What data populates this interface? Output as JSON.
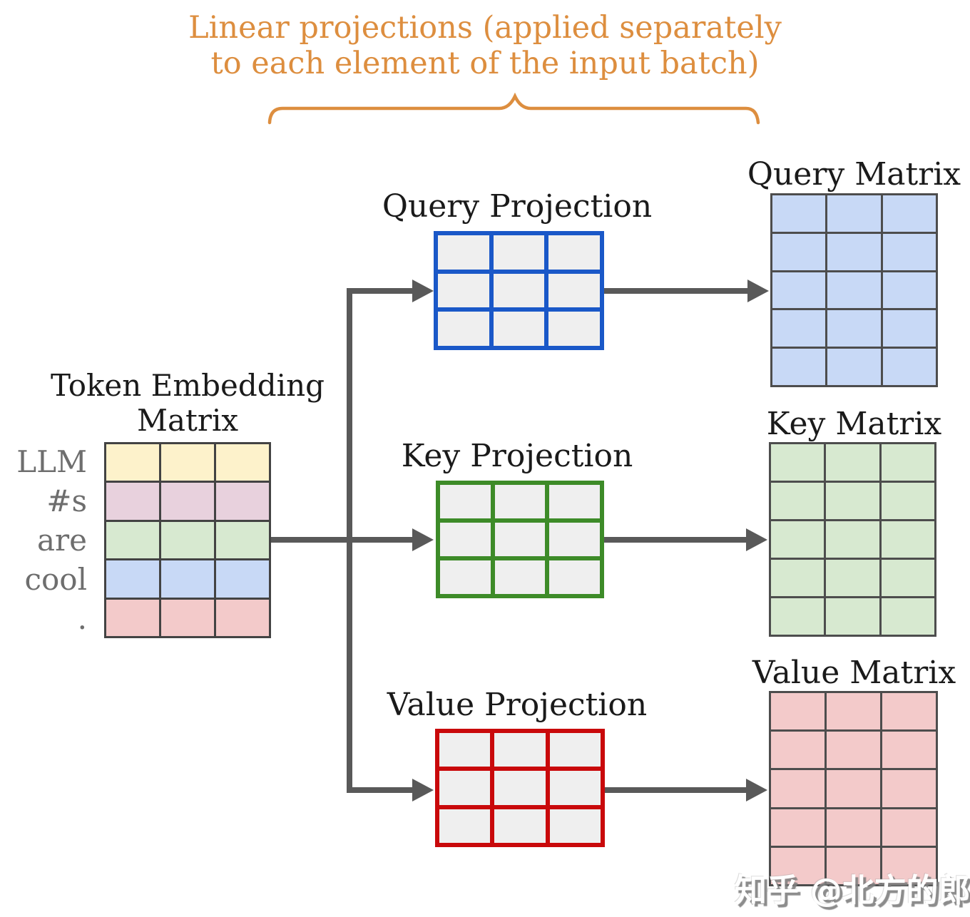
{
  "colors": {
    "arrow": "#595959",
    "grid_line": "#434343",
    "title_orange": "#dd8e3f",
    "label_gray": "#6e6e6e",
    "text_black": "#1a1a1a",
    "cell_gray": "#efefef",
    "query_border_blue": "#1a58c8",
    "key_border_green": "#3d8b28",
    "value_border_red": "#c9090b"
  },
  "header": {
    "line1": "Linear projections (applied separately",
    "line2": "to each element of the input batch)"
  },
  "token_embedding": {
    "title_line1": "Token Embedding",
    "title_line2": "Matrix",
    "row_labels": [
      "LLM",
      "#s",
      "are",
      "cool",
      "."
    ],
    "rows": 5,
    "cols": 3,
    "border": "#434343",
    "row_colors": [
      "#fdf2cb",
      "#e8d1dd",
      "#d7e9d0",
      "#c8d9f6",
      "#f3caca"
    ]
  },
  "projections": {
    "query": {
      "title": "Query Projection",
      "rows": 3,
      "cols": 3,
      "border": "#1a58c8",
      "cell": "#efefef"
    },
    "key": {
      "title": "Key Projection",
      "rows": 3,
      "cols": 3,
      "border": "#3d8b28",
      "cell": "#efefef"
    },
    "value": {
      "title": "Value Projection",
      "rows": 3,
      "cols": 3,
      "border": "#c9090b",
      "cell": "#efefef"
    }
  },
  "outputs": {
    "query": {
      "title": "Query Matrix",
      "rows": 5,
      "cols": 3,
      "border": "#4d4d4d",
      "cell": "#c8d9f6"
    },
    "key": {
      "title": "Key Matrix",
      "rows": 5,
      "cols": 3,
      "border": "#4d4d4d",
      "cell": "#d7e9d0"
    },
    "value": {
      "title": "Value Matrix",
      "rows": 5,
      "cols": 3,
      "border": "#4d4d4d",
      "cell": "#f3caca"
    }
  },
  "watermark": {
    "text": "知乎 @北方的郎"
  }
}
